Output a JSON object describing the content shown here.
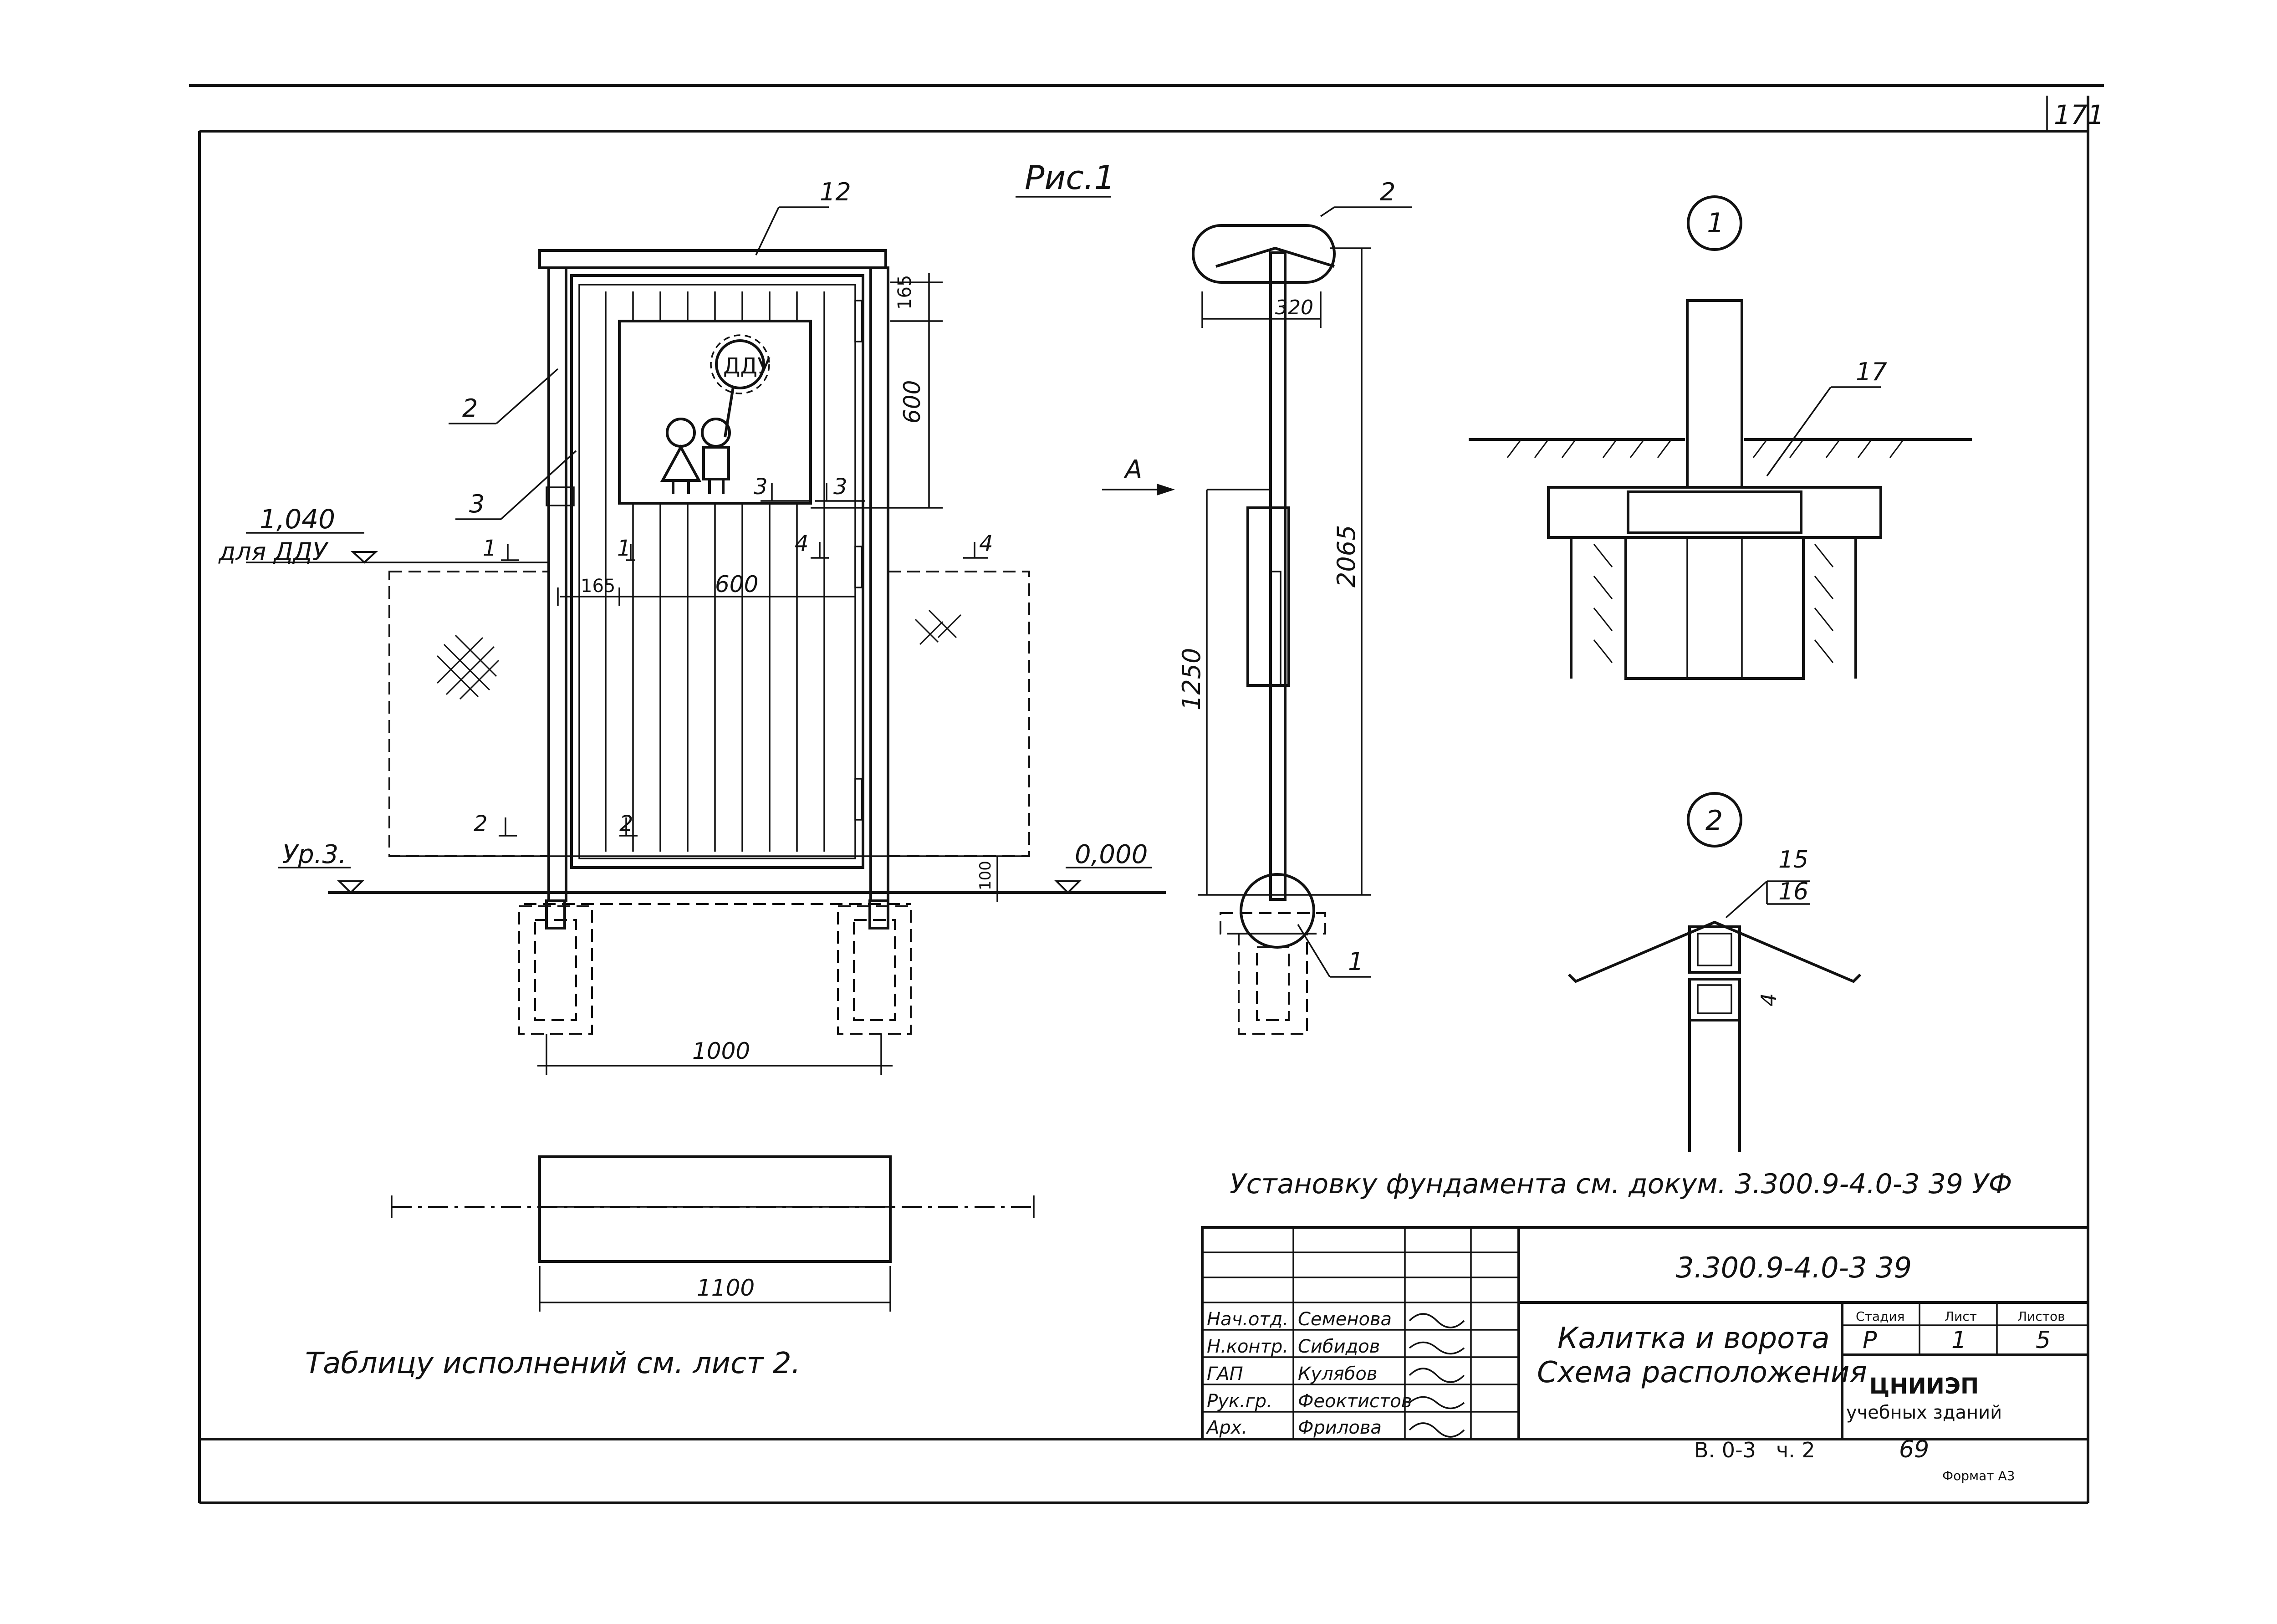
{
  "sheet": {
    "sheet_number": "171",
    "figure_label": "Рис.1"
  },
  "front_view": {
    "callouts": [
      "12",
      "2",
      "3"
    ],
    "sign_text": "ДДУ",
    "level_top_value": "1,040",
    "level_top_note": "для ДДУ",
    "level_left": "Ур.3.",
    "level_zero": "0,000",
    "dims": {
      "top_offset": "165",
      "sign_height": "600",
      "post_offset": "165",
      "panel_width": "600",
      "foundation_span": "1000",
      "plinth": "100"
    },
    "section_marks": [
      "1",
      "1",
      "2",
      "2",
      "3",
      "3",
      "4",
      "4"
    ]
  },
  "side_view": {
    "view_arrow": "А",
    "callout_top": "2",
    "callout_bottom": "1",
    "dims": {
      "top": "320",
      "height_total": "2065",
      "height_leaf": "1250"
    }
  },
  "plan_view": {
    "dim_length": "1100"
  },
  "detail_1": {
    "mark": "1",
    "callout": "17"
  },
  "detail_2": {
    "mark": "2",
    "callouts": [
      "15",
      "16"
    ],
    "dim": "4"
  },
  "notes": {
    "foundation": "Установку фундамента  см. докум. 3.300.9-4.0-3 39 УФ",
    "table": "Таблицу исполнений  см. лист 2."
  },
  "title_block": {
    "doc_code": "3.300.9-4.0-3 39",
    "title_line1": "Калитка и ворота",
    "title_line2": "Схема расположения",
    "stage_header": "Стадия",
    "sheet_header": "Лист",
    "sheets_header": "Листов",
    "stage": "Р",
    "sheet": "1",
    "sheets": "5",
    "org_line1": "ЦНИИЭП",
    "org_line2": "учебных зданий",
    "signatures": [
      {
        "role": "Нач.отд.",
        "name": "Семенова"
      },
      {
        "role": "Н.контр.",
        "name": "Сибидов"
      },
      {
        "role": "ГАП",
        "name": "Кулябов"
      },
      {
        "role": "Рук.гр.",
        "name": "Феоктистов"
      },
      {
        "role": "Арх.",
        "name": "Фрилова"
      }
    ]
  },
  "footer": {
    "series": "В. 0-3",
    "part": "ч. 2",
    "page": "69",
    "format": "Формат А3"
  }
}
